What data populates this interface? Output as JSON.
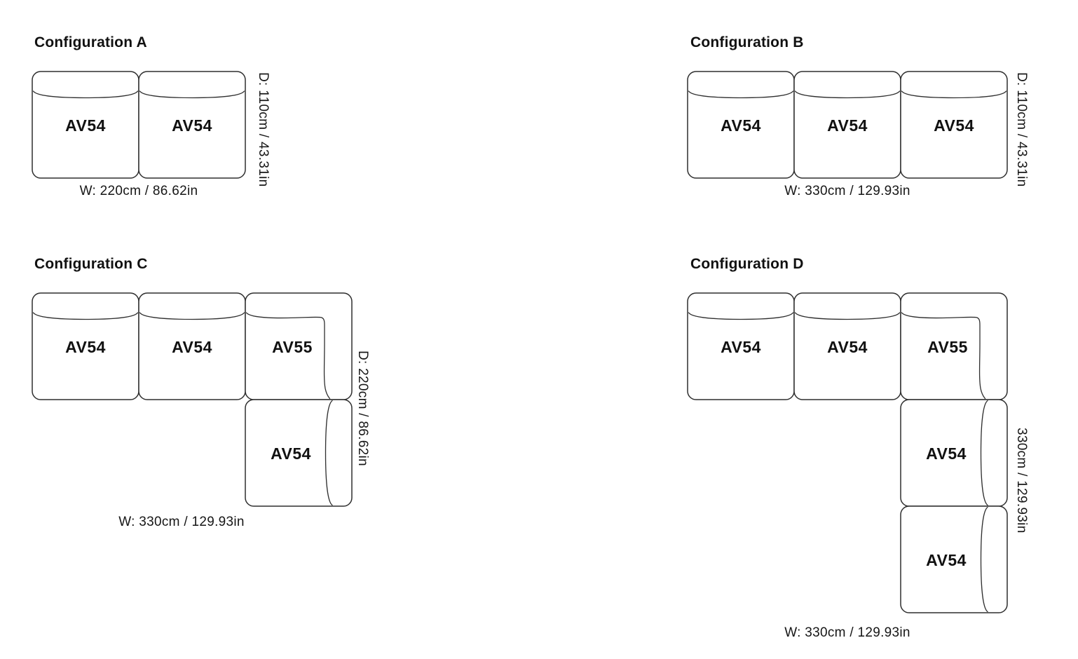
{
  "page": {
    "background": "#ffffff",
    "line_color": "#2f2f2f",
    "text_color": "#161616"
  },
  "configs": [
    {
      "id": "A",
      "title": "Configuration A",
      "modules": [
        {
          "label": "AV54",
          "type": "standard"
        },
        {
          "label": "AV54",
          "type": "standard"
        }
      ],
      "width_label": "W: 220cm / 86.62in",
      "depth_label": "D: 110cm / 43.31in"
    },
    {
      "id": "B",
      "title": "Configuration B",
      "modules": [
        {
          "label": "AV54",
          "type": "standard"
        },
        {
          "label": "AV54",
          "type": "standard"
        },
        {
          "label": "AV54",
          "type": "standard"
        }
      ],
      "width_label": "W: 330cm / 129.93in",
      "depth_label": "D: 110cm / 43.31in"
    },
    {
      "id": "C",
      "title": "Configuration C",
      "modules": [
        {
          "label": "AV54",
          "type": "standard"
        },
        {
          "label": "AV54",
          "type": "standard"
        },
        {
          "label": "AV55",
          "type": "corner"
        },
        {
          "label": "AV54",
          "type": "rotated"
        }
      ],
      "width_label": "W: 330cm / 129.93in",
      "depth_label": "D: 220cm / 86.62in"
    },
    {
      "id": "D",
      "title": "Configuration D",
      "modules": [
        {
          "label": "AV54",
          "type": "standard"
        },
        {
          "label": "AV54",
          "type": "standard"
        },
        {
          "label": "AV55",
          "type": "corner"
        },
        {
          "label": "AV54",
          "type": "rotated"
        },
        {
          "label": "AV54",
          "type": "rotated"
        }
      ],
      "width_label": "W: 330cm / 129.93in",
      "height_label": "330cm / 129.93in"
    }
  ]
}
